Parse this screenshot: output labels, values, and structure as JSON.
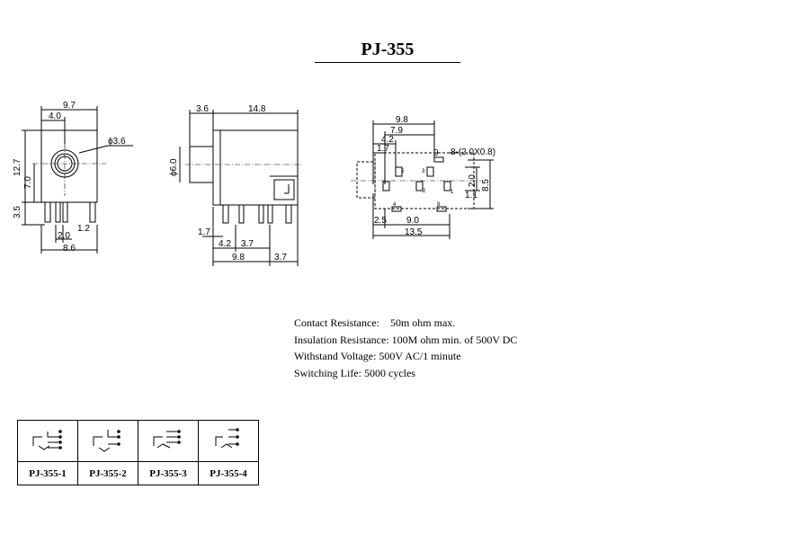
{
  "title": "PJ-355",
  "front_view": {
    "width": "9.7",
    "center_offset": "4.0",
    "hole_dia": "ϕ3.6",
    "height": "12.7",
    "center_height": "7.0",
    "pin_length": "3.5",
    "pin_spacing": "2.0",
    "pin_width": "1.2",
    "base_width": "8.6"
  },
  "side_view": {
    "front_len": "3.6",
    "body_len": "14.8",
    "dia": "ϕ6.0",
    "pin_offset": "1.7",
    "pin_pitch_a": "4.2",
    "pin_pitch_b": "3.7",
    "span": "9.8",
    "rear_pitch": "3.7"
  },
  "footprint": {
    "dim_9_8": "9.8",
    "dim_7_9": "7.9",
    "dim_4_2": "4.2",
    "dim_1_7": "1.7",
    "pad_count": "9",
    "pad_note": "8-(2.0X0.8)",
    "height": "8.5",
    "dim_2_0": "2.0",
    "dim_1_1": "1.1",
    "dim_2_5": "2.5",
    "dim_9_0": "9.0",
    "length": "13.5",
    "pin_numbers": [
      "5",
      "3",
      "2",
      "1",
      "4",
      "9"
    ]
  },
  "specs": [
    "Contact Resistance:    50m ohm max.",
    "Insulation Resistance: 100M ohm min. of 500V DC",
    "Withstand Voltage: 500V AC/1 minute",
    "Switching Life: 5000 cycles"
  ],
  "variants": [
    "PJ-355-1",
    "PJ-355-2",
    "PJ-355-3",
    "PJ-355-4"
  ]
}
